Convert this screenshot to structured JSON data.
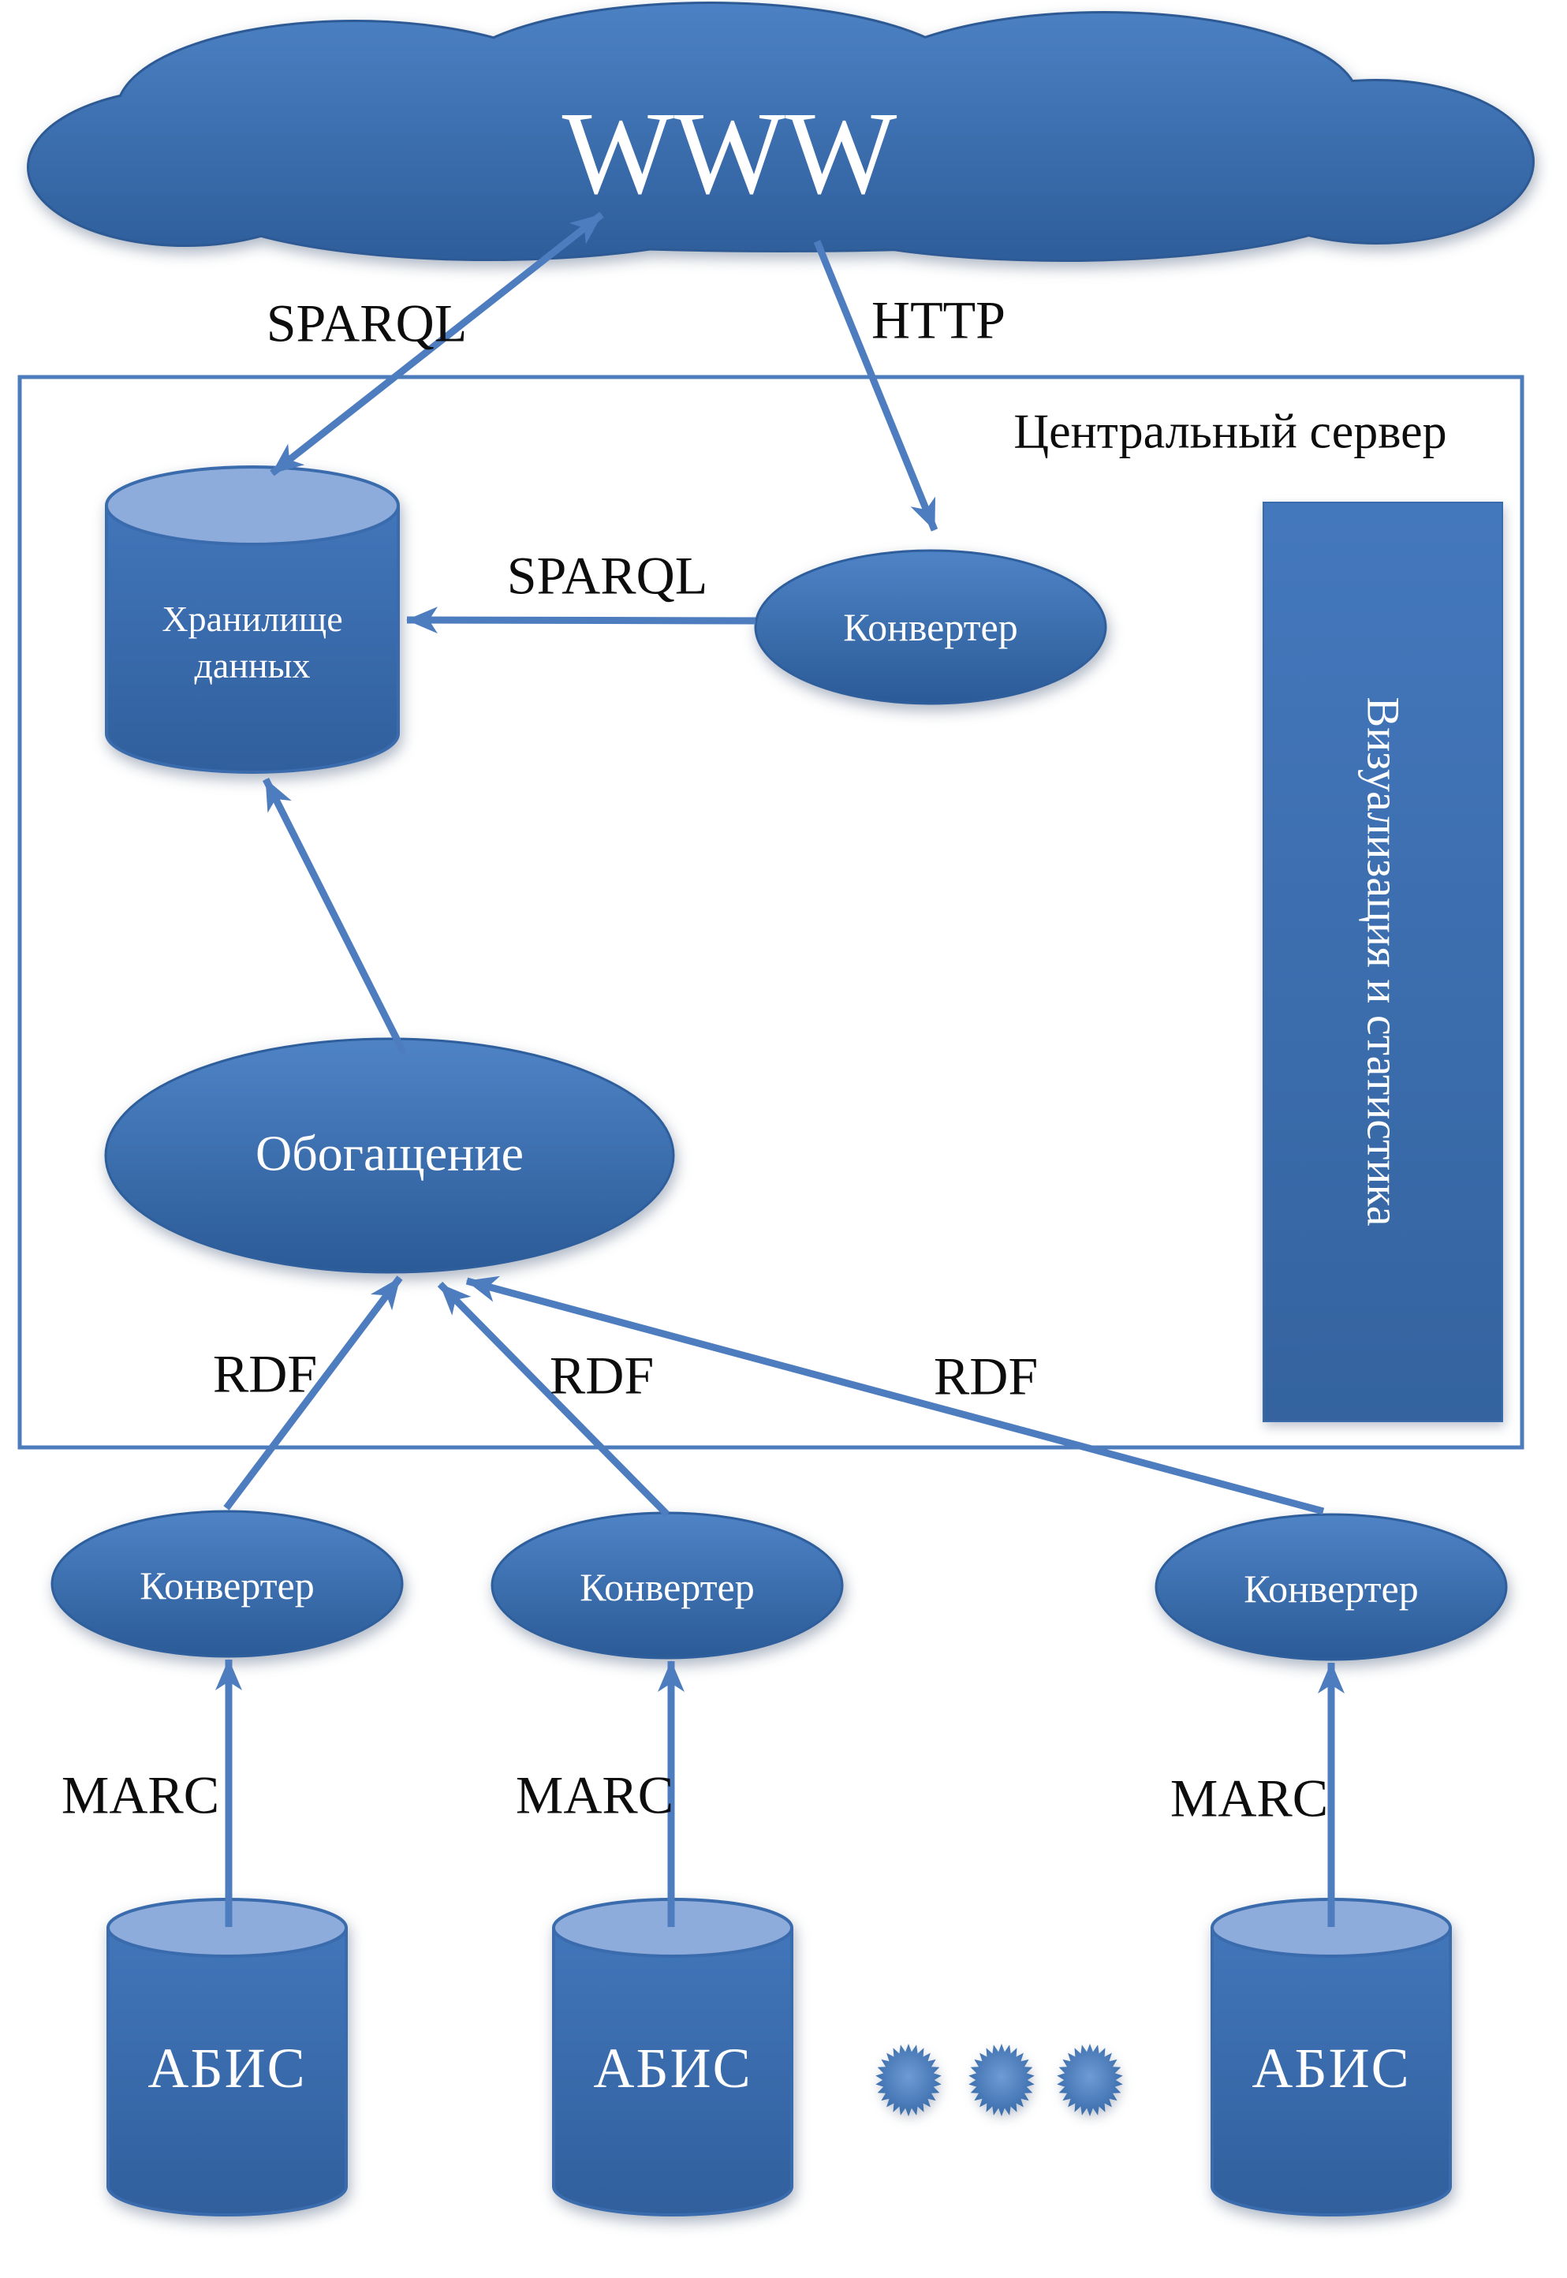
{
  "colors": {
    "background": "#FFFFFF",
    "shape_blue_top": "#4E83C6",
    "shape_blue_bottom": "#2B5B97",
    "cylinder_top_fill": "#8EACDB",
    "outline": "#3A6BAD",
    "arrow": "#4E7DBF",
    "box_border": "#4D7CBD",
    "label_text": "#0D0D0D",
    "shape_label_text": "#FFFFFF"
  },
  "cloud": {
    "label": "WWW"
  },
  "server_box": {
    "title": "Центральный сервер"
  },
  "nodes": {
    "storage": {
      "label": "Хранилище\nданных"
    },
    "converter_top": {
      "label": "Конвертер"
    },
    "enrichment": {
      "label": "Обогащение"
    },
    "visualization": {
      "label": "Визуализация и статистика"
    }
  },
  "edges": {
    "cloud_storage": {
      "label": "SPARQL"
    },
    "cloud_converter": {
      "label": "HTTP"
    },
    "converter_storage": {
      "label": "SPARQL"
    },
    "rdf": [
      "RDF",
      "RDF",
      "RDF"
    ],
    "marc": [
      "MARC",
      "MARC",
      "MARC"
    ]
  },
  "bottom": {
    "converters": [
      {
        "label": "Конвертер"
      },
      {
        "label": "Конвертер"
      },
      {
        "label": "Конвертер"
      }
    ],
    "abis": [
      {
        "label": "АБИС"
      },
      {
        "label": "АБИС"
      },
      {
        "label": "АБИС"
      }
    ]
  },
  "ellipsis_dots": {
    "count": 3
  }
}
